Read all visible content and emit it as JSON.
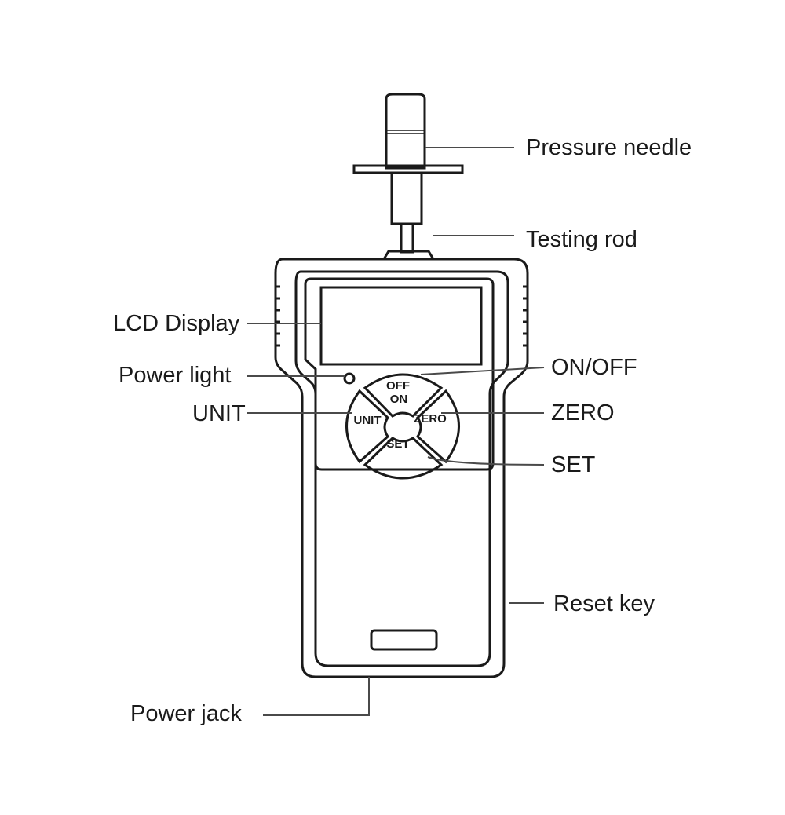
{
  "labels": {
    "pressure_needle": "Pressure needle",
    "testing_rod": "Testing rod",
    "lcd_display": "LCD Display",
    "power_light": "Power light",
    "unit": "UNIT",
    "on_off": "ON/OFF",
    "zero": "ZERO",
    "set": "SET",
    "reset_key": "Reset key",
    "power_jack": "Power jack"
  },
  "keys": {
    "off": "OFF",
    "on": "ON",
    "unit": "UNIT",
    "zero": "ZERO",
    "set": "SET"
  },
  "colors": {
    "line": "#1a1a1a",
    "leader": "#4a4a4a",
    "background": "#ffffff"
  }
}
